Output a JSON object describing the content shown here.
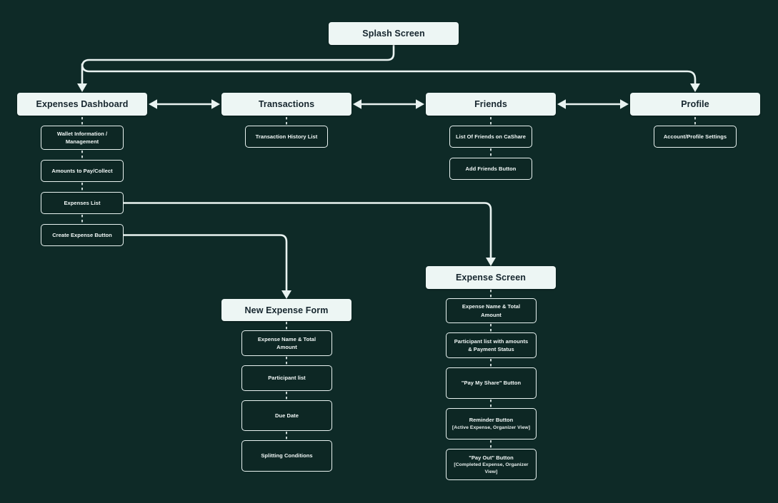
{
  "diagram": {
    "type": "app-flow-diagram",
    "colors": {
      "background": "#0e2a27",
      "screen_fill": "#edf6f4",
      "screen_text": "#16262e",
      "feature_fill": "#0d2724",
      "feature_border": "#e9f3f1",
      "connector": "#e9f3f1"
    },
    "screens": {
      "splash": {
        "label": "Splash Screen"
      },
      "expenses_dashboard": {
        "label": "Expenses Dashboard"
      },
      "transactions": {
        "label": "Transactions"
      },
      "friends": {
        "label": "Friends"
      },
      "profile": {
        "label": "Profile"
      },
      "expense_screen": {
        "label": "Expense Screen"
      },
      "new_expense_form": {
        "label": "New Expense Form"
      }
    },
    "features": {
      "wallet_info": {
        "label": "Wallet Information / Management",
        "parent": "expenses_dashboard"
      },
      "amounts_pay_collect": {
        "label": "Amounts to Pay/Collect",
        "parent": "expenses_dashboard"
      },
      "expenses_list": {
        "label": "Expenses List",
        "parent": "expenses_dashboard"
      },
      "create_expense_button": {
        "label": "Create Expense Button",
        "parent": "expenses_dashboard"
      },
      "transaction_history": {
        "label": "Transaction History List",
        "parent": "transactions"
      },
      "list_of_friends": {
        "label": "List Of Friends on CaShare",
        "parent": "friends"
      },
      "add_friends_button": {
        "label": "Add Friends Button",
        "parent": "friends"
      },
      "account_profile_settings": {
        "label": "Account/Profile Settings",
        "parent": "profile"
      },
      "es_expense_name": {
        "label": "Expense Name & Total Amount",
        "parent": "expense_screen"
      },
      "es_participant_list": {
        "label": "Participant list with amounts & Payment Status",
        "parent": "expense_screen"
      },
      "es_pay_my_share": {
        "label": "\"Pay My Share\" Button",
        "parent": "expense_screen"
      },
      "es_reminder": {
        "label": "Reminder Button",
        "sublabel": "[Active Expense, Organizer View]",
        "parent": "expense_screen"
      },
      "es_pay_out": {
        "label": "\"Pay Out\" Button",
        "sublabel": "[Completed Expense, Organizer View]",
        "parent": "expense_screen"
      },
      "nef_expense_name": {
        "label": "Expense Name & Total Amount",
        "parent": "new_expense_form"
      },
      "nef_participant_list": {
        "label": "Participant list",
        "parent": "new_expense_form"
      },
      "nef_due_date": {
        "label": "Due Date",
        "parent": "new_expense_form"
      },
      "nef_splitting_conditions": {
        "label": "Splitting Conditions",
        "parent": "new_expense_form"
      }
    },
    "connections": [
      {
        "from": "splash",
        "to": "expenses_dashboard",
        "style": "arrow"
      },
      {
        "from": "splash",
        "to": "profile",
        "style": "arrow"
      },
      {
        "from": "expenses_dashboard",
        "to": "transactions",
        "style": "double-arrow"
      },
      {
        "from": "transactions",
        "to": "friends",
        "style": "double-arrow"
      },
      {
        "from": "friends",
        "to": "profile",
        "style": "double-arrow"
      },
      {
        "from": "expenses_list",
        "to": "expense_screen",
        "style": "arrow"
      },
      {
        "from": "create_expense_button",
        "to": "new_expense_form",
        "style": "arrow"
      }
    ]
  }
}
